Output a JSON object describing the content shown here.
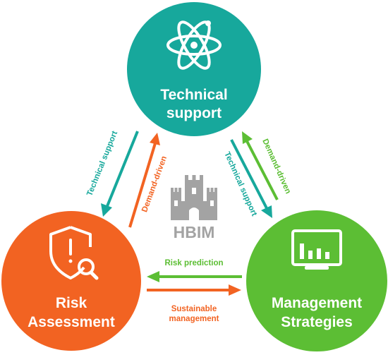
{
  "colors": {
    "technical": "#17a89c",
    "risk": "#f26322",
    "management": "#5cbe34",
    "hbim": "#a3a3a3"
  },
  "nodes": {
    "technical": {
      "line1": "Technical",
      "line2": "support",
      "icon": "atom-icon"
    },
    "risk": {
      "line1": "Risk",
      "line2": "Assessment",
      "icon": "shield-alert-search-icon"
    },
    "management": {
      "line1": "Management",
      "line2": "Strategies",
      "icon": "monitor-chart-icon"
    }
  },
  "center": {
    "label": "HBIM",
    "icon": "castle-icon"
  },
  "arrows": {
    "left_support": "Technical support",
    "left_demand": "Demand-driven",
    "right_support": "Technical support",
    "right_demand": "Demand-driven",
    "bottom_top": "Risk prediction",
    "bottom_bottom_line1": "Sustainable",
    "bottom_bottom_line2": "management"
  }
}
